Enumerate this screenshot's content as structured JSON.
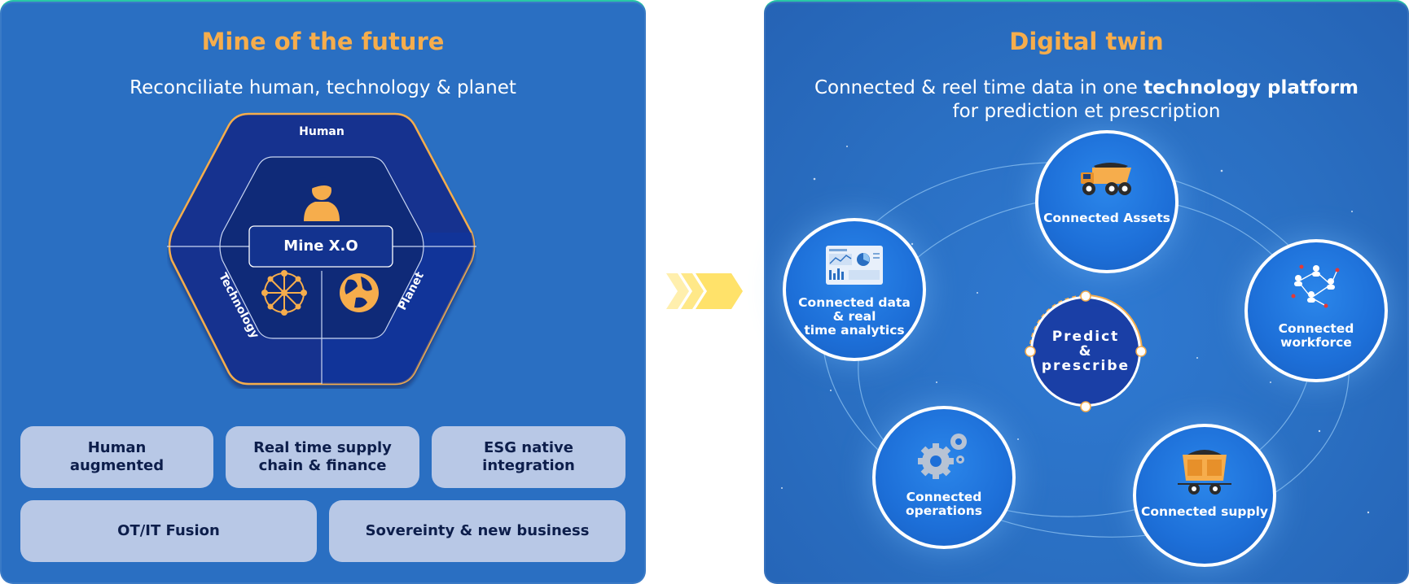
{
  "left": {
    "title": "Mine of the future",
    "subtitle": "Reconciliate human, technology & planet",
    "hex": {
      "human_label": "Human",
      "center_label": "Mine X.O",
      "technology_label": "Technology",
      "planet_label": "Planet"
    },
    "boxes": [
      "Human\naugmented",
      "Real time supply\nchain & finance",
      "ESG native\nintegration",
      "OT/IT Fusion",
      "Sovereinty  & new business"
    ]
  },
  "right": {
    "title": "Digital twin",
    "subtitle_part1": "Connected & reel time data in one ",
    "subtitle_bold": "technology platform",
    "subtitle_line2": "for prediction et prescription",
    "center": "Predict\n&\nprescribe",
    "nodes": [
      {
        "label": "Connected Assets",
        "icon": "dump-truck-icon"
      },
      {
        "label": "Connected data\n& real\ntime analytics",
        "icon": "dashboard-icon"
      },
      {
        "label": "Connected\nworkforce",
        "icon": "network-people-icon"
      },
      {
        "label": "Connected\noperations",
        "icon": "gears-icon"
      },
      {
        "label": "Connected supply",
        "icon": "mine-cart-icon"
      }
    ]
  },
  "colors": {
    "panel_bg": "#2a6fc2",
    "accent_orange": "#f6ad4c",
    "hex_dark": "#0f2a78",
    "box_bg": "#b8c8e6",
    "box_text": "#0d1e4b",
    "chevron_yellow": "#ffe26a"
  }
}
